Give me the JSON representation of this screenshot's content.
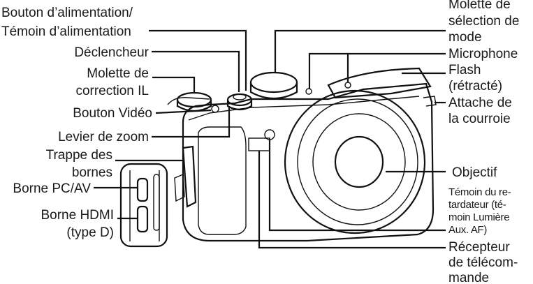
{
  "labels_left": {
    "power": [
      "Bouton d’alimentation/",
      "Témoin d’alimentation"
    ],
    "shutter": [
      "Déclencheur"
    ],
    "exposure_dial": [
      "Molette de",
      "correction IL"
    ],
    "video_button": [
      "Bouton Vidéo"
    ],
    "zoom_lever": [
      "Levier de zoom"
    ],
    "terminal_cover": [
      "Trappe des",
      "bornes"
    ],
    "pc_av": [
      "Borne PC/AV"
    ],
    "hdmi": [
      "Borne HDMI",
      "(type D)"
    ]
  },
  "labels_right": {
    "mode_dial": [
      "Molette de",
      "sélection de",
      "mode"
    ],
    "microphone": [
      "Microphone"
    ],
    "flash": [
      "Flash",
      "(rétracté)"
    ],
    "strap": [
      "Attache de",
      "la courroie"
    ],
    "lens": [
      "Objectif"
    ],
    "self_timer": [
      "Témoin du re-",
      "tardateur (té-",
      "moin Lumière",
      "Aux. AF)"
    ],
    "remote": [
      "Récepteur",
      "de télécom-",
      "mande"
    ]
  },
  "icons": [
    "camera-front-illustration"
  ]
}
